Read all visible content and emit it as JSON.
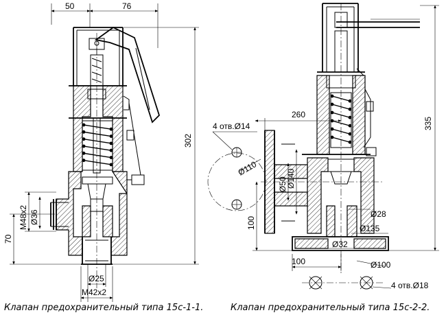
{
  "left_view": {
    "dims": {
      "top_left": "50",
      "top_right": "76",
      "height_total": "302",
      "height_inlet": "70",
      "thread_side": "M48x2",
      "dia_side": "Ø36",
      "dia_bottom": "Ø25",
      "thread_bottom": "M42x2"
    },
    "caption": "Клапан предохранительный типа 15с-1-1."
  },
  "right_view": {
    "dims": {
      "width_total": "260",
      "height_total": "335",
      "holes_top": "4 отв.Ø14",
      "dia_110": "Ø110",
      "dia_50": "Ø50",
      "dia_140": "Ø140",
      "dia_28": "Ø28",
      "dia_135": "Ø135",
      "dia_32": "Ø32",
      "height_100": "100",
      "width_100": "100",
      "dia_100": "Ø100",
      "holes_bottom": "4 отв.Ø18"
    },
    "caption": "Клапан предохранительный типа 15с-2-2."
  }
}
